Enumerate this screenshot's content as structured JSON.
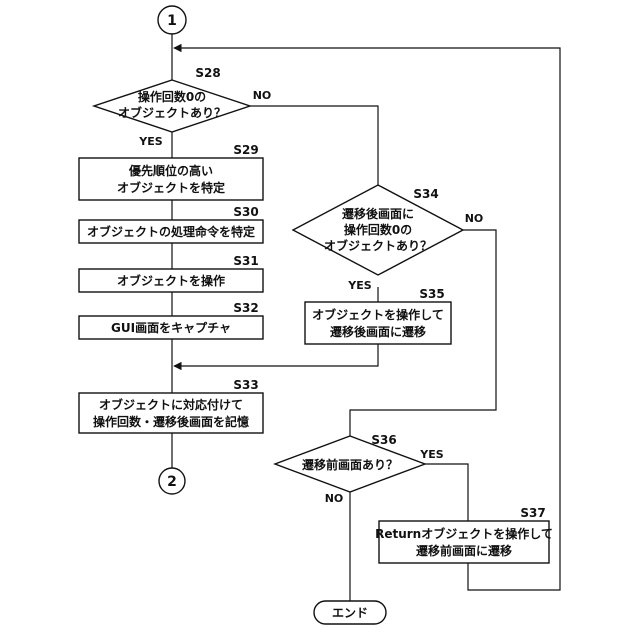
{
  "connectors": {
    "top": "1",
    "bottom": "2"
  },
  "steps": {
    "s28": {
      "label": "S28",
      "lines": [
        "操作回数0の",
        "オブジェクトあり？"
      ]
    },
    "s29": {
      "label": "S29",
      "lines": [
        "優先順位の高い",
        "オブジェクトを特定"
      ]
    },
    "s30": {
      "label": "S30",
      "lines": [
        "オブジェクトの処理命令を特定"
      ]
    },
    "s31": {
      "label": "S31",
      "lines": [
        "オブジェクトを操作"
      ]
    },
    "s32": {
      "label": "S32",
      "lines": [
        "GUI画面をキャプチャ"
      ]
    },
    "s33": {
      "label": "S33",
      "lines": [
        "オブジェクトに対応付けて",
        "操作回数・遷移後画面を記憶"
      ]
    },
    "s34": {
      "label": "S34",
      "lines": [
        "遷移後画面に",
        "操作回数0の",
        "オブジェクトあり？"
      ]
    },
    "s35": {
      "label": "S35",
      "lines": [
        "オブジェクトを操作して",
        "遷移後画面に遷移"
      ]
    },
    "s36": {
      "label": "S36",
      "lines": [
        "遷移前画面あり？"
      ]
    },
    "s37": {
      "label": "S37",
      "lines": [
        "Returnオブジェクトを操作して",
        "遷移前画面に遷移"
      ]
    }
  },
  "terminal": {
    "text": "エンド"
  },
  "branches": {
    "s28_yes": "YES",
    "s28_no": "NO",
    "s34_yes": "YES",
    "s34_no": "NO",
    "s36_yes": "YES",
    "s36_no": "NO"
  }
}
